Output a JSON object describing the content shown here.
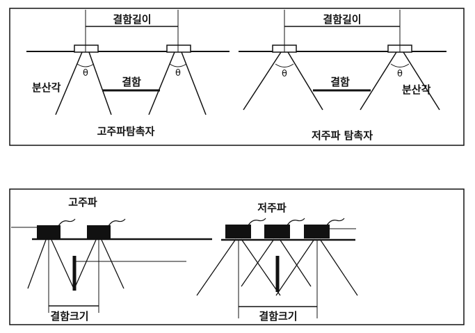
{
  "top_panel": {
    "left": {
      "defect_length_label": "결함길이",
      "defect_label": "결함",
      "spread_angle_label": "분산각",
      "theta_left": "θ",
      "theta_right": "θ",
      "caption": "고주파탐촉자"
    },
    "right": {
      "defect_length_label": "결함길이",
      "defect_label": "결함",
      "spread_angle_label": "분산각",
      "theta_left": "θ",
      "theta_right": "θ",
      "caption": "저주파 탐촉자"
    }
  },
  "bottom_panel": {
    "left": {
      "title": "고주파",
      "defect_size_label": "결함크기"
    },
    "right": {
      "title": "저주파",
      "defect_size_label": "결함크기"
    }
  },
  "colors": {
    "ink": "#111111",
    "background": "#ffffff"
  }
}
